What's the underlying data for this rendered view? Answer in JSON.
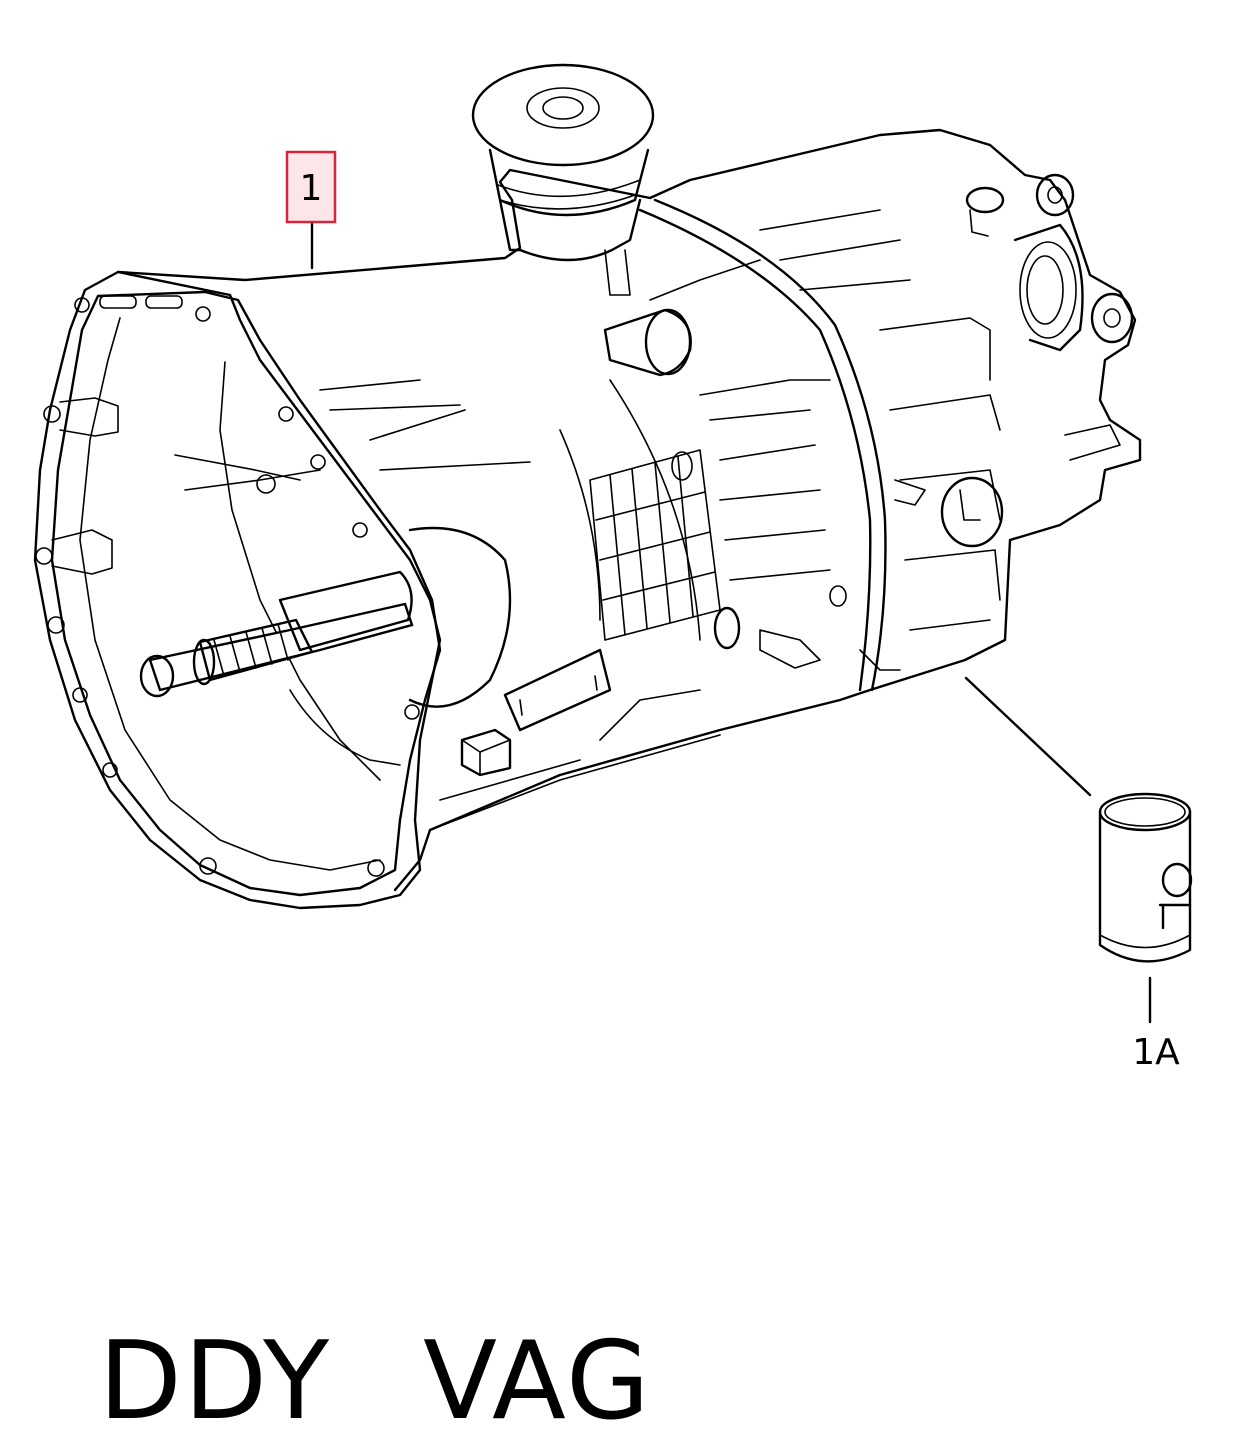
{
  "diagram": {
    "callouts": [
      {
        "id": "part-1",
        "label": "1",
        "highlighted": true
      },
      {
        "id": "part-1a",
        "label": "1A",
        "highlighted": false
      }
    ],
    "highlight_color": "#d9253a",
    "highlight_fill": "#fde6ea"
  },
  "footer": {
    "code_left": "DDY",
    "code_right": "VAG"
  }
}
